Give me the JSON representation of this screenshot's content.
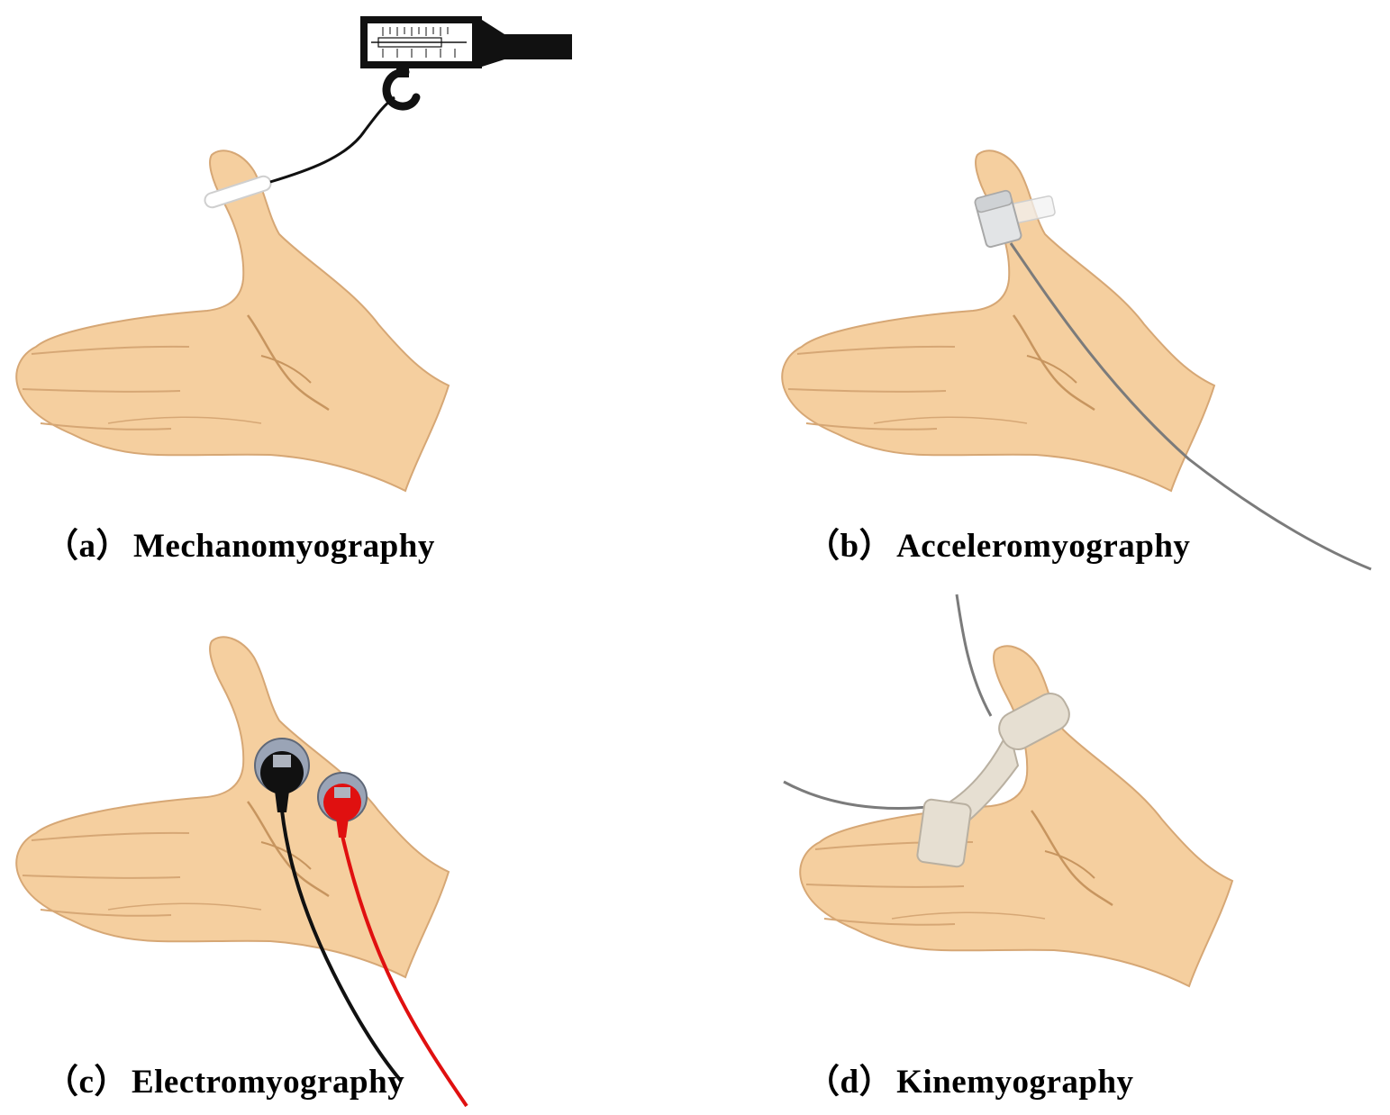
{
  "colors": {
    "skin": "#f5cf9f",
    "skin_outline": "#d6a775",
    "crease": "#c7955f",
    "ring": "#ffffff",
    "cable_gray": "#7b7b7b",
    "lead_black": "#111111",
    "lead_red": "#e01010",
    "sensor": "#e6dfd2"
  },
  "panels": [
    {
      "label": "（a）",
      "name": "Mechanomyography"
    },
    {
      "label": "（b）",
      "name": "Acceleromyography"
    },
    {
      "label": "（c）",
      "name": "Electromyography"
    },
    {
      "label": "（d）",
      "name": "Kinemyography"
    }
  ]
}
